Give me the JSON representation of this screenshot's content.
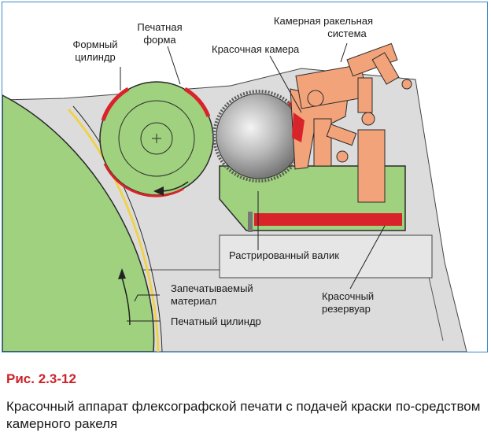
{
  "figure": {
    "number": "Рис. 2.3-12",
    "caption": "Красочный аппарат флексографской печати с подачей краски по-средством камерного ракеля"
  },
  "labels": {
    "form_cylinder": [
      "Формный",
      "цилиндр"
    ],
    "printing_plate": [
      "Печатная",
      "форма"
    ],
    "chamber_system": [
      "Камерная ракельная",
      "система"
    ],
    "ink_chamber": "Красочная камера",
    "anilox_roller": "Растрированный валик",
    "substrate": [
      "Запечатываемый",
      "материал"
    ],
    "impression_cylinder": "Печатный цилиндр",
    "ink_reservoir": [
      "Красочный",
      "резервуар"
    ]
  },
  "colors": {
    "frame": "#3b88c7",
    "green": "#9fd17f",
    "grey": "#dcdcdc",
    "red": "#d9232a",
    "orange": "#f2a37a",
    "caption_title": "#cc2229"
  }
}
